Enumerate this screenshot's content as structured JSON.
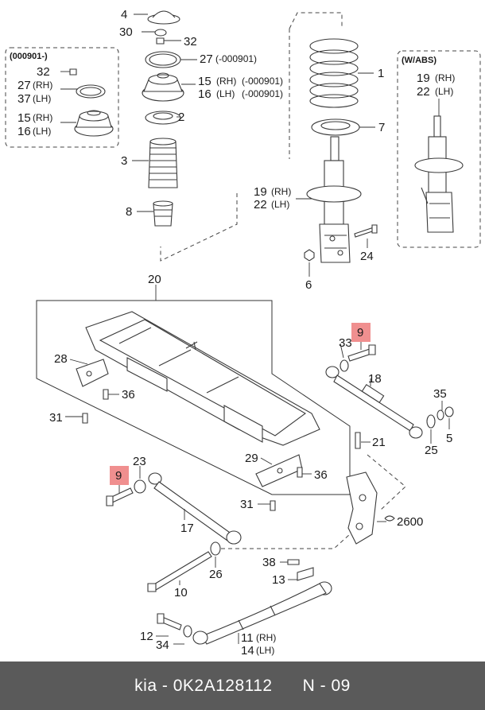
{
  "labels": {
    "n4": "4",
    "n30": "30",
    "n32a": "32",
    "n27a": "27",
    "n27a_note": "(-000901)",
    "n15a": "15",
    "n15a_rh": "(RH)",
    "n15a_note": "(-000901)",
    "n16a": "16",
    "n16a_lh": "(LH)",
    "n16a_note": "(-000901)",
    "n2": "2",
    "n3": "3",
    "n8": "8",
    "inset_left_title": "(000901-)",
    "n32b": "32",
    "n27b": "27",
    "n27b_rh": "(RH)",
    "n37": "37",
    "n37_lh": "(LH)",
    "n15b": "15",
    "n15b_rh": "(RH)",
    "n16b": "16",
    "n16b_lh": "(LH)",
    "n1": "1",
    "n7": "7",
    "n19a": "19",
    "n19a_rh": "(RH)",
    "n22a": "22",
    "n22a_lh": "(LH)",
    "n24": "24",
    "n6": "6",
    "inset_right_title": "(W/ABS)",
    "n19b": "19",
    "n19b_rh": "(RH)",
    "n22b": "22",
    "n22b_lh": "(LH)",
    "n20": "20",
    "n28": "28",
    "n36a": "36",
    "n31a": "31",
    "n9a": "9",
    "n33": "33",
    "n18": "18",
    "n35": "35",
    "n21": "21",
    "n25": "25",
    "n5": "5",
    "n29": "29",
    "n36b": "36",
    "n31b": "31",
    "n9b": "9",
    "n23": "23",
    "n17": "17",
    "n2600": "2600",
    "n38": "38",
    "n13": "13",
    "n26": "26",
    "n10": "10",
    "n12": "12",
    "n34": "34",
    "n11": "11",
    "n11_rh": "(RH)",
    "n14": "14",
    "n14_lh": "(LH)"
  },
  "footer": {
    "brand": "kia",
    "sep": "-",
    "part_number": "0K2A128112",
    "ref": "N - 09"
  },
  "colors": {
    "highlight": "#f08f8f",
    "footer_bg": "#5a5a5a",
    "footer_text": "#ffffff",
    "line": "#3a3a3a"
  }
}
